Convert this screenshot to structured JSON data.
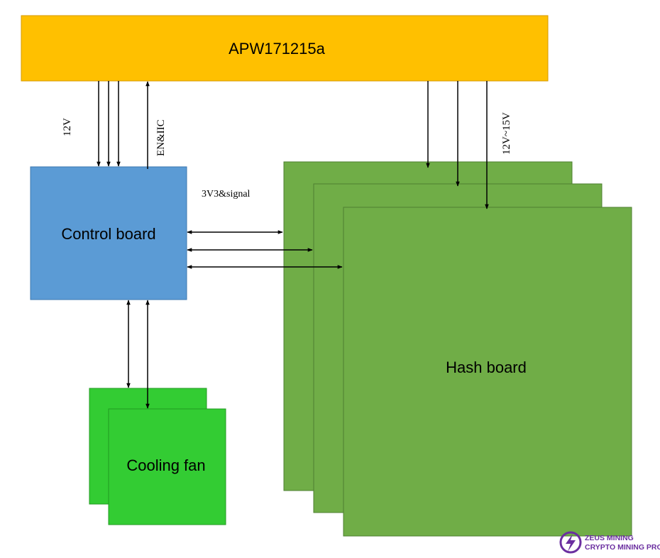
{
  "blocks": {
    "psu": {
      "label": "APW171215a",
      "color": "#FFC000"
    },
    "control_board": {
      "label": "Control board",
      "color": "#5B9BD5"
    },
    "hash_board": {
      "label": "Hash board",
      "color": "#70AD47"
    },
    "cooling_fan": {
      "label": "Cooling fan",
      "color": "#33CC33"
    }
  },
  "labels": {
    "v12": "12V",
    "en_iic": "EN&IIC",
    "v3v3_signal": "3V3&signal",
    "v12_15": "12V~15V"
  },
  "watermark": {
    "line1": "ZEUS MINING",
    "line2": "CRYPTO MINING PRO",
    "color": "#6B2FA0"
  }
}
